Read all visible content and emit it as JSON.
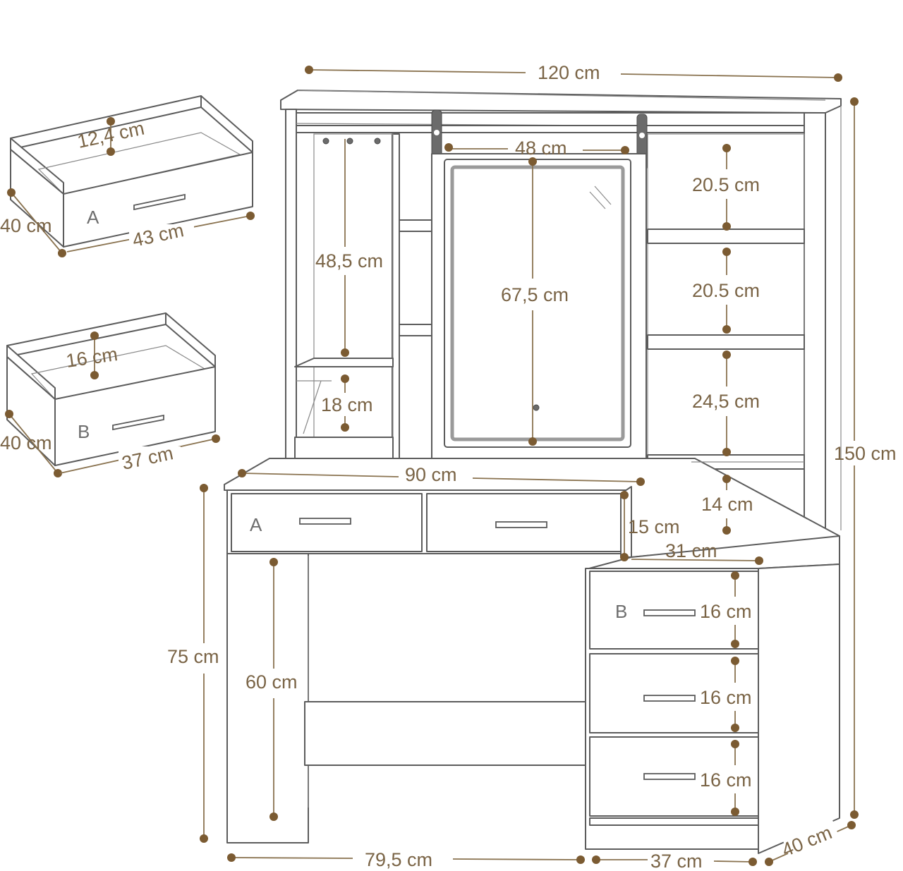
{
  "colors": {
    "dimension": "#8a7350",
    "dot": "#7b5b32",
    "outline": "#5c5c5c",
    "background": "#ffffff"
  },
  "drawer_a": {
    "letter": "A",
    "height": "12,4 cm",
    "depth": "40 cm",
    "width": "43 cm"
  },
  "drawer_b": {
    "letter": "B",
    "height": "16 cm",
    "depth": "40 cm",
    "width": "37 cm"
  },
  "hutch": {
    "total_width": "120 cm",
    "total_height": "150 cm",
    "mirror_width": "48 cm",
    "mirror_height": "67,5 cm",
    "left_open_upper": "48,5 cm",
    "left_open_lower": "18 cm",
    "right_shelf_1": "20.5 cm",
    "right_shelf_2": "20.5 cm",
    "right_shelf_3": "24,5 cm",
    "right_shelf_4": "14 cm"
  },
  "desk": {
    "top_width": "90 cm",
    "drawer_height": "15 cm",
    "step_depth": "31 cm",
    "desk_height": "75 cm",
    "knee_height": "60 cm",
    "front_letter_a": "A",
    "cabinet_letter_b": "B",
    "cabinet_drawer_1": "16 cm",
    "cabinet_drawer_2": "16 cm",
    "cabinet_drawer_3": "16 cm",
    "bottom_width": "79,5 cm",
    "cabinet_width": "37 cm",
    "depth": "40 cm"
  }
}
